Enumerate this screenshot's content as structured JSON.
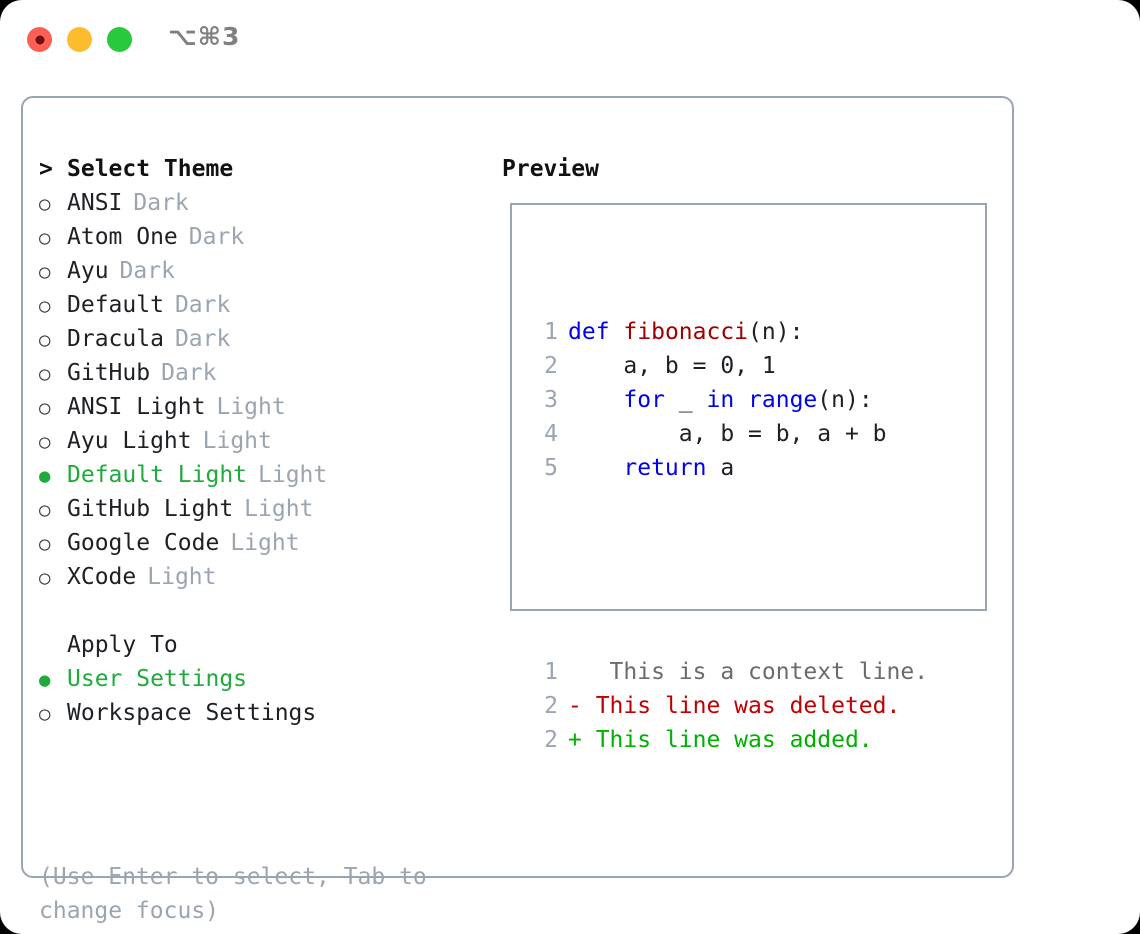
{
  "window": {
    "shortcut": "⌥⌘3",
    "traffic_lights": [
      {
        "name": "close",
        "color": "#fc5f56",
        "recording": true
      },
      {
        "name": "minimize",
        "color": "#fdbc2e",
        "recording": false
      },
      {
        "name": "maximize",
        "color": "#28c83f",
        "recording": false
      }
    ]
  },
  "theme_picker": {
    "header": "Select Theme",
    "header_marker": ">",
    "items": [
      {
        "marker": "○",
        "name": "ANSI",
        "kind": "Dark",
        "selected": false
      },
      {
        "marker": "○",
        "name": "Atom One",
        "kind": "Dark",
        "selected": false
      },
      {
        "marker": "○",
        "name": "Ayu",
        "kind": "Dark",
        "selected": false
      },
      {
        "marker": "○",
        "name": "Default",
        "kind": "Dark",
        "selected": false
      },
      {
        "marker": "○",
        "name": "Dracula",
        "kind": "Dark",
        "selected": false
      },
      {
        "marker": "○",
        "name": "GitHub",
        "kind": "Dark",
        "selected": false
      },
      {
        "marker": "○",
        "name": "ANSI Light",
        "kind": "Light",
        "selected": false
      },
      {
        "marker": "○",
        "name": "Ayu Light",
        "kind": "Light",
        "selected": false
      },
      {
        "marker": "●",
        "name": "Default Light",
        "kind": "Light",
        "selected": true
      },
      {
        "marker": "○",
        "name": "GitHub Light",
        "kind": "Light",
        "selected": false
      },
      {
        "marker": "○",
        "name": "Google Code",
        "kind": "Light",
        "selected": false
      },
      {
        "marker": "○",
        "name": "XCode",
        "kind": "Light",
        "selected": false
      }
    ]
  },
  "apply_to": {
    "header": "Apply To",
    "items": [
      {
        "marker": "●",
        "name": "User Settings",
        "selected": true
      },
      {
        "marker": "○",
        "name": "Workspace Settings",
        "selected": false
      }
    ]
  },
  "hint": "(Use Enter to select, Tab to change focus)",
  "preview": {
    "title": "Preview",
    "code_lines": [
      {
        "no": "1",
        "tokens": [
          {
            "t": "def",
            "c": "kw"
          },
          {
            "t": " ",
            "c": "plain"
          },
          {
            "t": "fibonacci",
            "c": "fn"
          },
          {
            "t": "(n):",
            "c": "plain"
          }
        ]
      },
      {
        "no": "2",
        "tokens": [
          {
            "t": "    a, b = 0, 1",
            "c": "plain"
          }
        ]
      },
      {
        "no": "3",
        "tokens": [
          {
            "t": "    ",
            "c": "plain"
          },
          {
            "t": "for",
            "c": "kw"
          },
          {
            "t": " _ ",
            "c": "plain"
          },
          {
            "t": "in",
            "c": "kw"
          },
          {
            "t": " ",
            "c": "plain"
          },
          {
            "t": "range",
            "c": "kw"
          },
          {
            "t": "(n):",
            "c": "plain"
          }
        ]
      },
      {
        "no": "4",
        "tokens": [
          {
            "t": "        a, b = b, a + b",
            "c": "plain"
          }
        ]
      },
      {
        "no": "5",
        "tokens": [
          {
            "t": "    ",
            "c": "plain"
          },
          {
            "t": "return",
            "c": "kw"
          },
          {
            "t": " a",
            "c": "plain"
          }
        ]
      }
    ],
    "diff_lines": [
      {
        "no": "1",
        "sign": " ",
        "text": "  This is a context line.",
        "kind": "ctx"
      },
      {
        "no": "2",
        "sign": "-",
        "text": " This line was deleted.",
        "kind": "del"
      },
      {
        "no": "2",
        "sign": "+",
        "text": " This line was added.",
        "kind": "add"
      }
    ]
  },
  "colors": {
    "accent_green": "#1faa3c",
    "muted": "#9aa5b1",
    "keyword_blue": "#0000ee",
    "function_red": "#a00000",
    "diff_deleted": "#c00000",
    "diff_added": "#00b000",
    "border": "#9aa5b1"
  }
}
